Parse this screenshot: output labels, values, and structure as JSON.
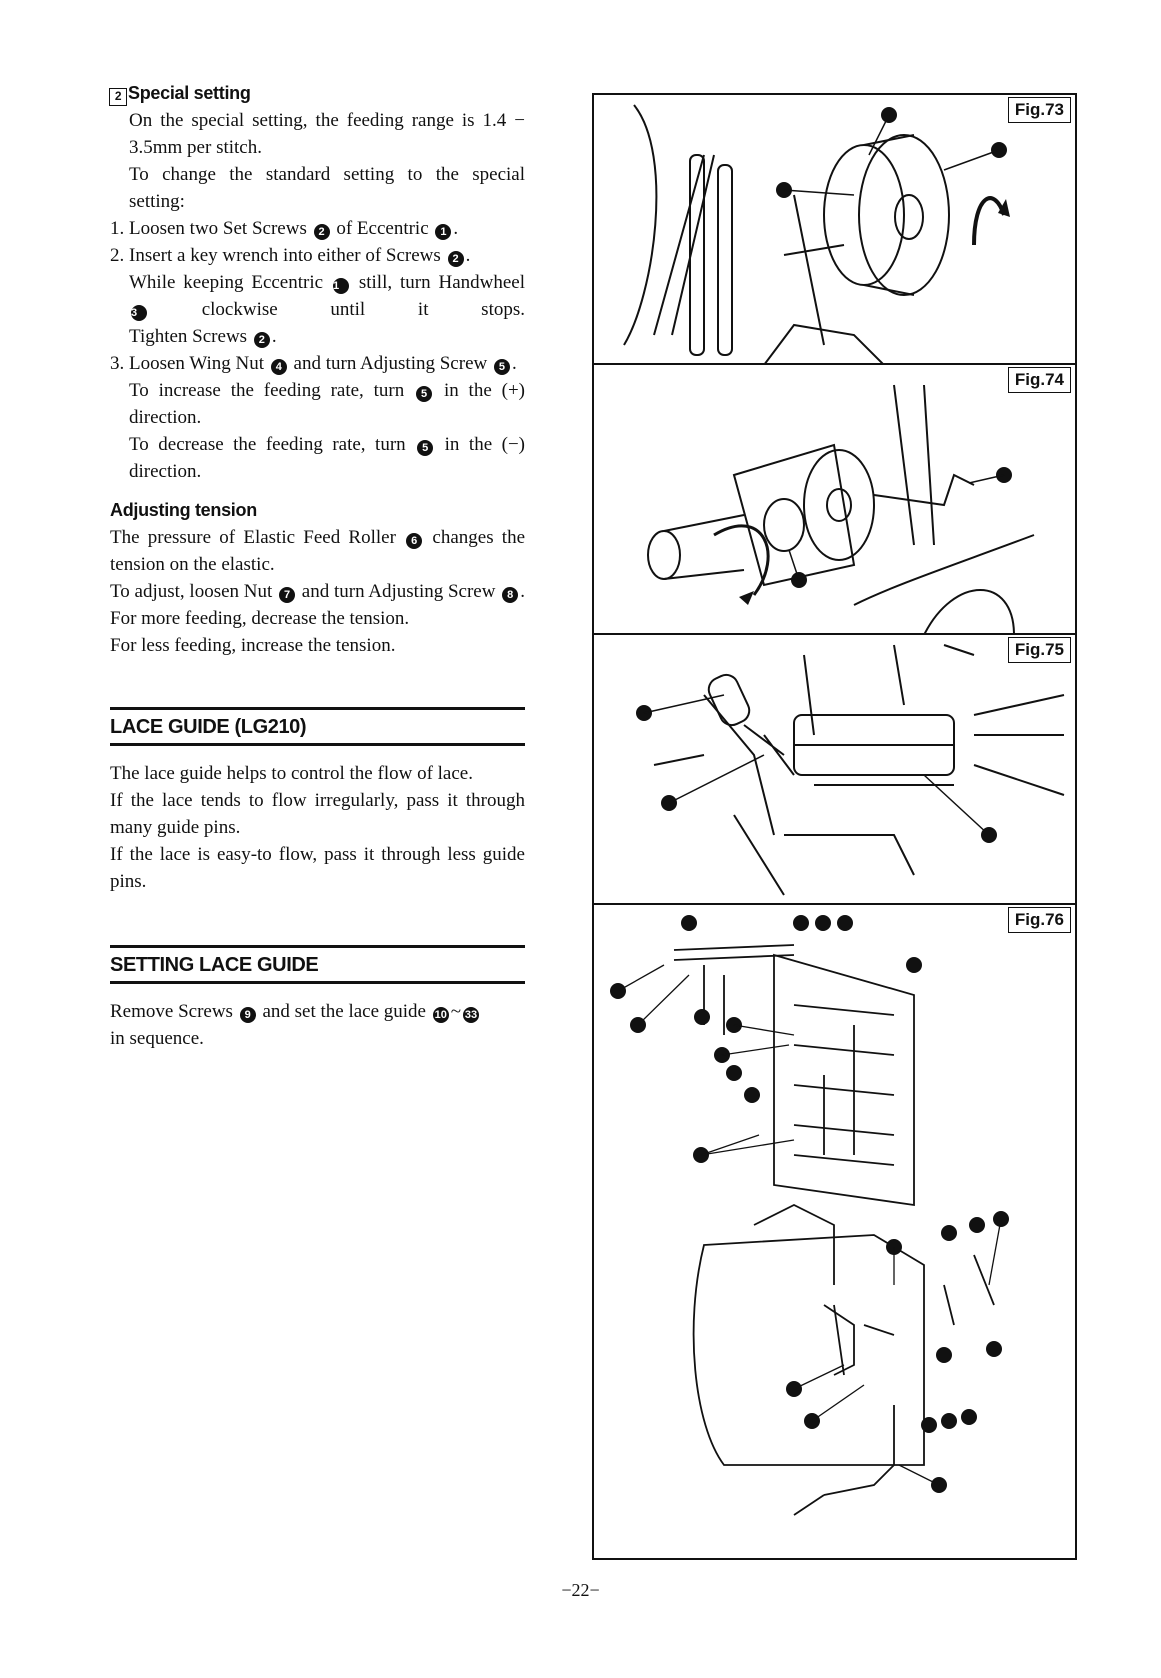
{
  "special": {
    "heading_box": "2",
    "heading": "Special setting",
    "p1": "On the special setting, the feeding range is 1.4 − 3.5mm per stitch.",
    "p2": "To change the standard setting to the special setting:",
    "s1_n": "1.",
    "s1_a": "Loosen two Set Screws",
    "s1_b": "of Eccentric",
    "s1_c": ".",
    "s2_n": "2.",
    "s2_a": "Insert a key wrench into either of Screws",
    "s2_b": ".",
    "s2_c": "While keeping Eccentric",
    "s2_d": "still, turn Handwheel",
    "s2_e": "clockwise until it stops.",
    "s2_f": "Tighten Screws",
    "s2_g": ".",
    "s3_n": "3.",
    "s3_a": "Loosen Wing Nut",
    "s3_b": "and turn Adjusting Screw",
    "s3_c": ".",
    "s3_d": "To increase the feeding rate, turn",
    "s3_e": "in the (+) direction.",
    "s3_f": "To decrease the feeding rate, turn",
    "s3_g": "in the (−) direction."
  },
  "tension": {
    "heading": "Adjusting tension",
    "p1a": "The pressure of Elastic Feed Roller",
    "p1b": "changes the tension on the elastic.",
    "p2a": "To adjust, loosen Nut",
    "p2b": "and turn Adjusting Screw",
    "p2c": ".",
    "p3": "For more feeding, decrease the tension.",
    "p4": "For less feeding, increase the tension."
  },
  "lace_guide": {
    "title": "LACE GUIDE (LG210)",
    "p1": "The lace guide helps to control the flow of lace.",
    "p2": "If the lace tends to flow irregularly, pass it through many guide pins.",
    "p3": "If the lace is easy-to flow, pass it through less guide pins."
  },
  "setting": {
    "title": "SETTING LACE GUIDE",
    "p1a": "Remove Screws",
    "p1b": "and set the lace guide",
    "p1c": "~",
    "p1d": "in sequence."
  },
  "nums": {
    "n1": "1",
    "n2": "2",
    "n3": "3",
    "n4": "4",
    "n5": "5",
    "n6": "6",
    "n7": "7",
    "n8": "8",
    "n9": "9",
    "n10": "10",
    "n33": "33"
  },
  "figures": {
    "f73": "Fig.73",
    "f74": "Fig.74",
    "f75": "Fig.75",
    "f76": "Fig.76"
  },
  "page_number": "−22−"
}
